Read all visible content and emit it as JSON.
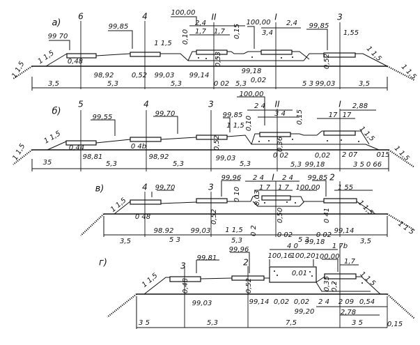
{
  "panels": [
    {
      "label": "а)",
      "track_numbers": [
        "6",
        "4",
        "II",
        "I",
        "3"
      ],
      "elevations": [
        "99 70",
        "99,85",
        "100,00",
        "100,00",
        "99,85",
        "98,92",
        "99,03",
        "99,14",
        "99,18",
        "99,03"
      ],
      "dimensions": [
        "2,4",
        "1,7",
        "1,7",
        "0,10",
        "0,15",
        "3,4",
        "2,4",
        "1,55",
        "0,48",
        "0,52",
        "0,53",
        "0,52",
        "0 02",
        "0,02",
        "3,5",
        "5,3",
        "5,3",
        "5,3",
        "5 3",
        "3,5"
      ],
      "slopes": [
        "1 1,5",
        "1 1,5",
        "1 1,5",
        "1 1,5",
        "1 1,5"
      ]
    },
    {
      "label": "б)",
      "track_numbers": [
        "5",
        "4",
        "3",
        "II",
        "I"
      ],
      "elevations": [
        "100,00",
        "99,55",
        "99,70",
        "99,85",
        "98,81",
        "98,92",
        "99,03",
        "99,18"
      ],
      "dimensions": [
        "2 4",
        "2,88",
        "3 4",
        "17",
        "17",
        "0,10",
        "0,15",
        "0,44",
        "0 4b",
        "0,52",
        "0,36",
        "35",
        "5,3",
        "5,3",
        "5,3",
        "0 02",
        "5,3",
        "0,02",
        "2 07",
        "015",
        "3 5",
        "0 66"
      ],
      "slopes": [
        "1 1,5",
        "1 1,5",
        "1 1,5",
        "1 1,5",
        "1 1,5"
      ]
    },
    {
      "label": "в)",
      "track_numbers": [
        "4",
        "3",
        "I",
        "2"
      ],
      "elevations": [
        "99,70",
        "99,96",
        "100,00",
        "99,85",
        "98.92",
        "99,03",
        "99,14"
      ],
      "dimensions": [
        "0 10",
        "2 4",
        "2 4",
        "1 7",
        "1 7",
        "1 55",
        "0,03",
        "0 48",
        "0,52",
        "0,50",
        "0 41",
        "0 2",
        "0 02",
        "5 3",
        "0 02",
        "3,5",
        "5 3",
        "5,3",
        "3,5"
      ],
      "slopes": [
        "1 1,5",
        "1 1,5",
        "1 1,5",
        "1 1 5"
      ]
    },
    {
      "label": "г)",
      "track_numbers": [
        "3",
        "2"
      ],
      "elevations": [
        "99,96",
        "99,81",
        "100,16",
        "100,20",
        "100,00",
        "99,18",
        "99,03",
        "99,14",
        "99,20"
      ],
      "dimensions": [
        "4 0",
        "1 7b",
        "1,7",
        "0,01",
        "0,48",
        "0,52",
        "0,35",
        "0,2",
        "0,02",
        "0,02",
        "2 4",
        "2 09",
        "0,54",
        "2,78",
        "3 5",
        "5,3",
        "7,5",
        "3 5",
        "0,15"
      ],
      "slopes": [
        "1 1,5",
        "1 1 5"
      ]
    }
  ],
  "colors": {
    "ink": "#111111",
    "paper": "#ffffff"
  }
}
